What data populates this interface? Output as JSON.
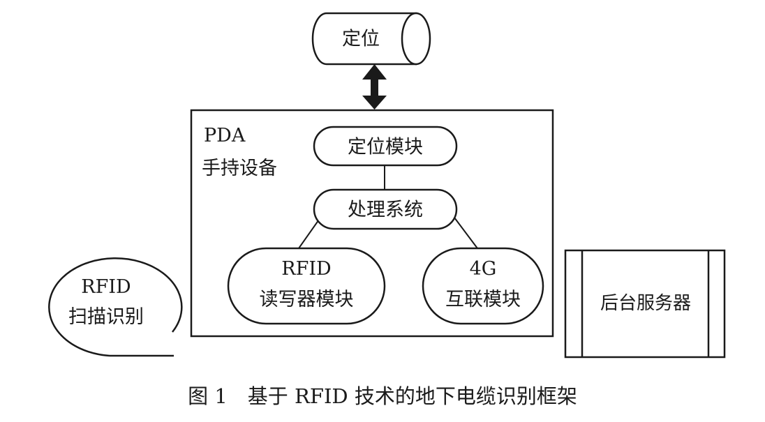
{
  "diagram": {
    "positioning": {
      "label": "定位"
    },
    "pda": {
      "label_line1": "PDA",
      "label_line2": "手持设备"
    },
    "positioning_module": {
      "label": "定位模块"
    },
    "processing_system": {
      "label": "处理系统"
    },
    "rfid_reader_module": {
      "label_line1": "RFID",
      "label_line2": "读写器模块"
    },
    "interconnect_4g_module": {
      "label_line1": "4G",
      "label_line2": "互联模块"
    },
    "rfid_scan": {
      "label_line1": "RFID",
      "label_line2": "扫描识别"
    },
    "backend_server": {
      "label": "后台服务器"
    }
  },
  "caption": "图 1　基于 RFID 技术的地下电缆识别框架"
}
